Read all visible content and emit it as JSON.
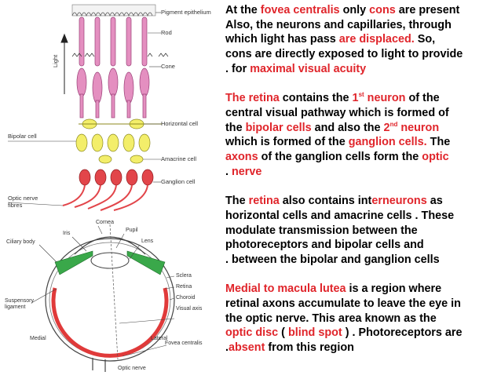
{
  "retina_diagram": {
    "labels": {
      "pigment_epithelium": "Pigment epithelium",
      "rod": "Rod",
      "cone": "Cone",
      "light": "Light",
      "horizontal_cell": "Horizontal cell",
      "bipolar_cell": "Bipolar cell",
      "amacrine_cell": "Amacrine cell",
      "ganglion_cell": "Ganglion cell",
      "optic_nerve_fibres_1": "Optic nerve",
      "optic_nerve_fibres_2": "fibres"
    },
    "colors": {
      "photoreceptor": "#e48fc0",
      "bipolar": "#f3ee6a",
      "ganglion": "#e2454a"
    }
  },
  "eye_diagram": {
    "labels": {
      "cornea": "Cornea",
      "iris": "Iris",
      "pupil": "Pupil",
      "ciliary_body": "Ciliary body",
      "lens": "Lens",
      "sclera": "Sclera",
      "retina": "Retina",
      "choroid": "Choroid",
      "visual_axis": "Visual axis",
      "suspensory_1": "Suspensory",
      "suspensory_2": "ligament",
      "medial": "Medial",
      "lateral": "Lateral",
      "fovea_centralis": "Fovea centralis",
      "optic_nerve": "Optic nerve"
    },
    "colors": {
      "retina": "#e03a3a",
      "ciliary": "#3aa84a"
    }
  },
  "text": {
    "p1": {
      "a": "At the ",
      "b": "fovea centralis",
      "c": " only ",
      "d": "cons",
      "e": " are present",
      "f": "Also, the neurons and capillaries, through",
      "g": "which light has pass ",
      "h": "are displaced.",
      "i": " So,",
      "j": "cons are directly exposed to light to provide",
      "k": " . for ",
      "l": "maximal visual acuity"
    },
    "p2": {
      "a": "The retina",
      "b": " contains the ",
      "c": "1",
      "d": "st",
      "e": " neuron",
      "f": " of the",
      "g": "central visual pathway which is formed of",
      "h": "the ",
      "i": "bipolar cells",
      "j": " and also the ",
      "k": "2",
      "l": "nd",
      "m": " neuron",
      "n": "which is formed of the ",
      "o": "ganglion cells.",
      "p": " The",
      "q": "axons",
      "r": " of the ganglion cells form the ",
      "s": "optic",
      "t": " . ",
      "u": "nerve"
    },
    "p3": {
      "a": "The ",
      "b": "retina",
      "c": " also contains int",
      "d": "erneurons",
      "e": " as",
      "f": "horizontal cells and amacrine cells . These",
      "g": "modulate transmission between  the",
      "h": "photoreceptors and bipolar cells and",
      "i": " . between the bipolar and ganglion cells"
    },
    "p4": {
      "a": "Medial to macula lutea",
      "b": " is a region where",
      "c": "retinal axons accumulate to leave the eye in",
      "d": "the optic nerve. This area known as the",
      "e": "optic disc",
      "f": " ( ",
      "g": "blind spot",
      "h": " ) . Photoreceptors are",
      "i": " .",
      "j": "absent",
      "k": " from this region"
    }
  }
}
